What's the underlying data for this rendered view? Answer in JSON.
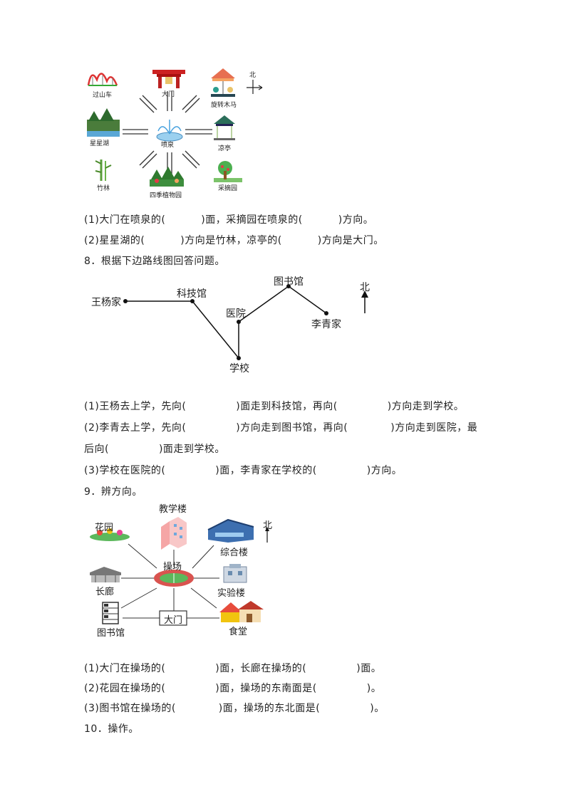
{
  "q7": {
    "labels": {
      "rollercoaster": "过山车",
      "gate": "大门",
      "carousel": "旋转木马",
      "lake": "星星湖",
      "fountain": "喷泉",
      "pavilion": "凉亭",
      "bamboo": "竹林",
      "garden": "四季植物园",
      "orchard": "采摘园",
      "north": "北"
    },
    "sub1_a": "(1)大门在喷泉的(",
    "sub1_b": ")面，采摘园在喷泉的(",
    "sub1_c": ")方向。",
    "sub2_a": "(2)星星湖的(",
    "sub2_b": ")方向是竹林，凉亭的(",
    "sub2_c": ")方向是大门。"
  },
  "q8": {
    "title": "8．根据下边路线图回答问题。",
    "labels": {
      "wangyang": "王杨家",
      "kejiguan": "科技馆",
      "tushuguan": "图书馆",
      "yiyuan": "医院",
      "liqing": "李青家",
      "xuexiao": "学校",
      "north": "北"
    },
    "sub1_a": "(1)王杨去上学，先向(",
    "sub1_b": ")面走到科技馆，再向(",
    "sub1_c": ")方向走到学校。",
    "sub2_a": "(2)李青去上学，先向(",
    "sub2_b": ")方向走到图书馆，再向(",
    "sub2_c": ")方向走到医院，最",
    "sub2_d": "后向(",
    "sub2_e": ")面走到学校。",
    "sub3_a": "(3)学校在医院的(",
    "sub3_b": ")面，李青家在学校的(",
    "sub3_c": ")方向。"
  },
  "q9": {
    "title": "9．辨方向。",
    "labels": {
      "huayuan": "花园",
      "jiaoxuelou": "教学楼",
      "zonghelou": "综合楼",
      "north": "北",
      "caochang": "操场",
      "changlang": "长廊",
      "shiyanlou": "实验楼",
      "damen": "大门",
      "tushuguan": "图书馆",
      "shitang": "食堂"
    },
    "sub1_a": "(1)大门在操场的(",
    "sub1_b": ")面，长廊在操场的(",
    "sub1_c": ")面。",
    "sub2_a": "(2)花园在操场的(",
    "sub2_b": ")面，操场的东南面是(",
    "sub2_c": ")。",
    "sub3_a": "(3)图书馆在操场的(",
    "sub3_b": ")面，操场的东北面是(",
    "sub3_c": ")。"
  },
  "q10": {
    "title": "10．操作。"
  }
}
